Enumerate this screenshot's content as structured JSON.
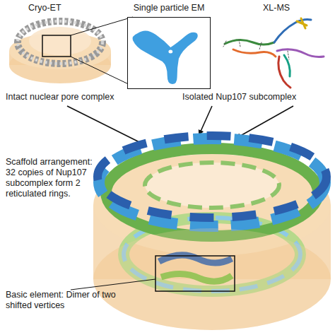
{
  "diagram": {
    "nodes": [
      {
        "text": [
          "Single particle EM"
        ]
      }
    ],
    "labels": [
      "Cryo-ET",
      "XL-MS",
      "Intact nuclear pore complex",
      "Isolated Nup107 subcomplex",
      "Scaffold arrangement: 32 copies of Nup107 subcomplex form 2 reticulated rings.",
      "Basic element: Dimer of two shifted vertices"
    ]
  }
}
